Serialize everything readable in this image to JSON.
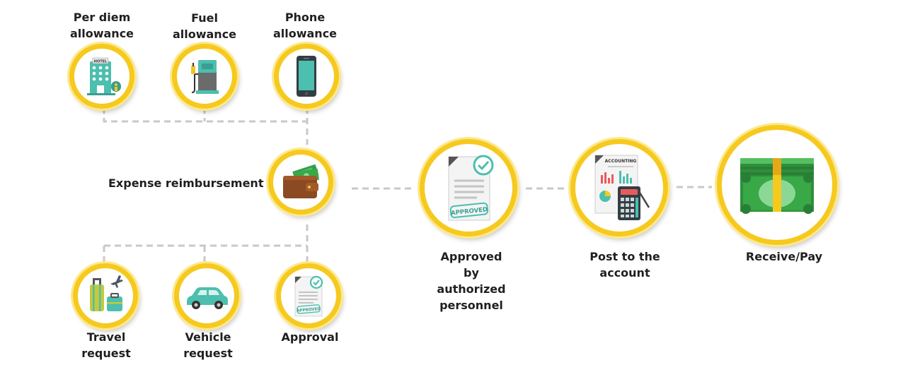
{
  "nodes": {
    "per_diem": {
      "lines": [
        "Per diem",
        "allowance"
      ]
    },
    "fuel": {
      "lines": [
        "Fuel",
        "allowance"
      ]
    },
    "phone": {
      "lines": [
        "Phone",
        "allowance"
      ]
    },
    "expense": {
      "lines": [
        "Expense reimbursement"
      ]
    },
    "travel": {
      "lines": [
        "Travel",
        "request"
      ]
    },
    "vehicle": {
      "lines": [
        "Vehicle",
        "request"
      ]
    },
    "approval": {
      "lines": [
        "Approval"
      ]
    },
    "approved": {
      "lines": [
        "Approved",
        "by",
        "authorized",
        "personnel"
      ]
    },
    "post": {
      "lines": [
        "Post to the",
        "account"
      ]
    },
    "receive": {
      "lines": [
        "Receive/Pay"
      ]
    }
  },
  "icons": {
    "hotel_sign": "HOTEL",
    "approved_stamp": "APPROVED",
    "accounting_title": "ACCOUNTING"
  },
  "colors": {
    "ring": "#f6c91f",
    "ring_glow": "#fde88a",
    "connector": "#c8c8c8",
    "teal": "#4cbfae",
    "money_green": "#39a847"
  }
}
